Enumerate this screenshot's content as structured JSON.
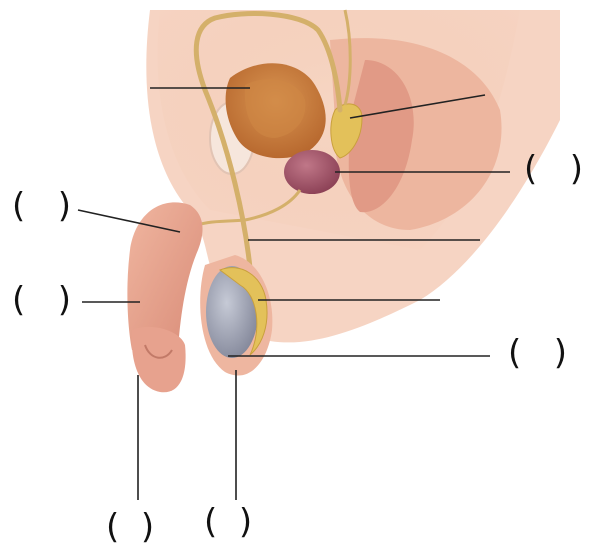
{
  "answer_blanks": [
    {
      "id": "blank-1",
      "text": "(   )"
    },
    {
      "id": "blank-2",
      "text": "(   )"
    },
    {
      "id": "blank-3",
      "text": "(   )"
    },
    {
      "id": "blank-4",
      "text": "(   )"
    },
    {
      "id": "blank-5",
      "text": "(  )"
    },
    {
      "id": "blank-6",
      "text": "(  )"
    }
  ],
  "colors": {
    "skin": "#f2c7b0",
    "skin_shadow": "#e6a68c",
    "tissue_pink": "#e9a89a",
    "bladder": "#c97d3f",
    "prostate_purple": "#9b4e63",
    "seminal_yellow": "#e3c15a",
    "duct_tan": "#d4b06a",
    "testis_gray": "#9aa0b4",
    "leader_line": "#222222"
  }
}
